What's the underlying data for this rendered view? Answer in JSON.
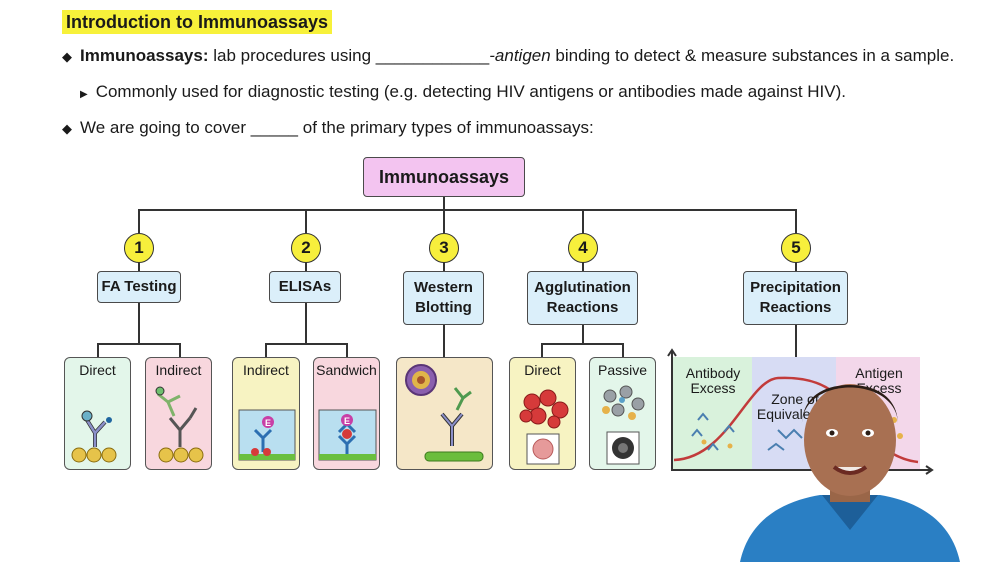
{
  "title": "Introduction to Immunoassays",
  "bullets": {
    "b1_bold": "Immunoassays:",
    "b1_text_a": " lab procedures using ",
    "b1_blank": "____________",
    "b1_italic": "-antigen",
    "b1_text_b": " binding to detect & measure substances in a sample.",
    "b2": "Commonly used for diagnostic testing (e.g. detecting HIV antigens or antibodies made against HIV).",
    "b3_a": "We are going to cover ",
    "b3_blank": "_____",
    "b3_b": " of the primary types of immunoassays:"
  },
  "diagram": {
    "root": "Immunoassays",
    "categories": [
      {
        "num": "1",
        "label": "FA Testing",
        "subs": [
          "Direct",
          "Indirect"
        ]
      },
      {
        "num": "2",
        "label": "ELISAs",
        "subs": [
          "Indirect",
          "Sandwich"
        ]
      },
      {
        "num": "3",
        "label": "Western Blotting",
        "subs": []
      },
      {
        "num": "4",
        "label": "Agglutination Reactions",
        "subs": [
          "Direct",
          "Passive"
        ]
      },
      {
        "num": "5",
        "label": "Precipitation Reactions",
        "subs": []
      }
    ],
    "precip_labels": {
      "antibody_excess": "Antibody Excess",
      "zone": "Zone of Equivalence",
      "antigen_excess": "Antigen Excess"
    },
    "elisa_marker": "E"
  },
  "colors": {
    "highlight": "#f7f13a",
    "root_fill": "#f3c4f0",
    "category_fill": "#dbeffa",
    "number_fill": "#f7ef3c"
  }
}
